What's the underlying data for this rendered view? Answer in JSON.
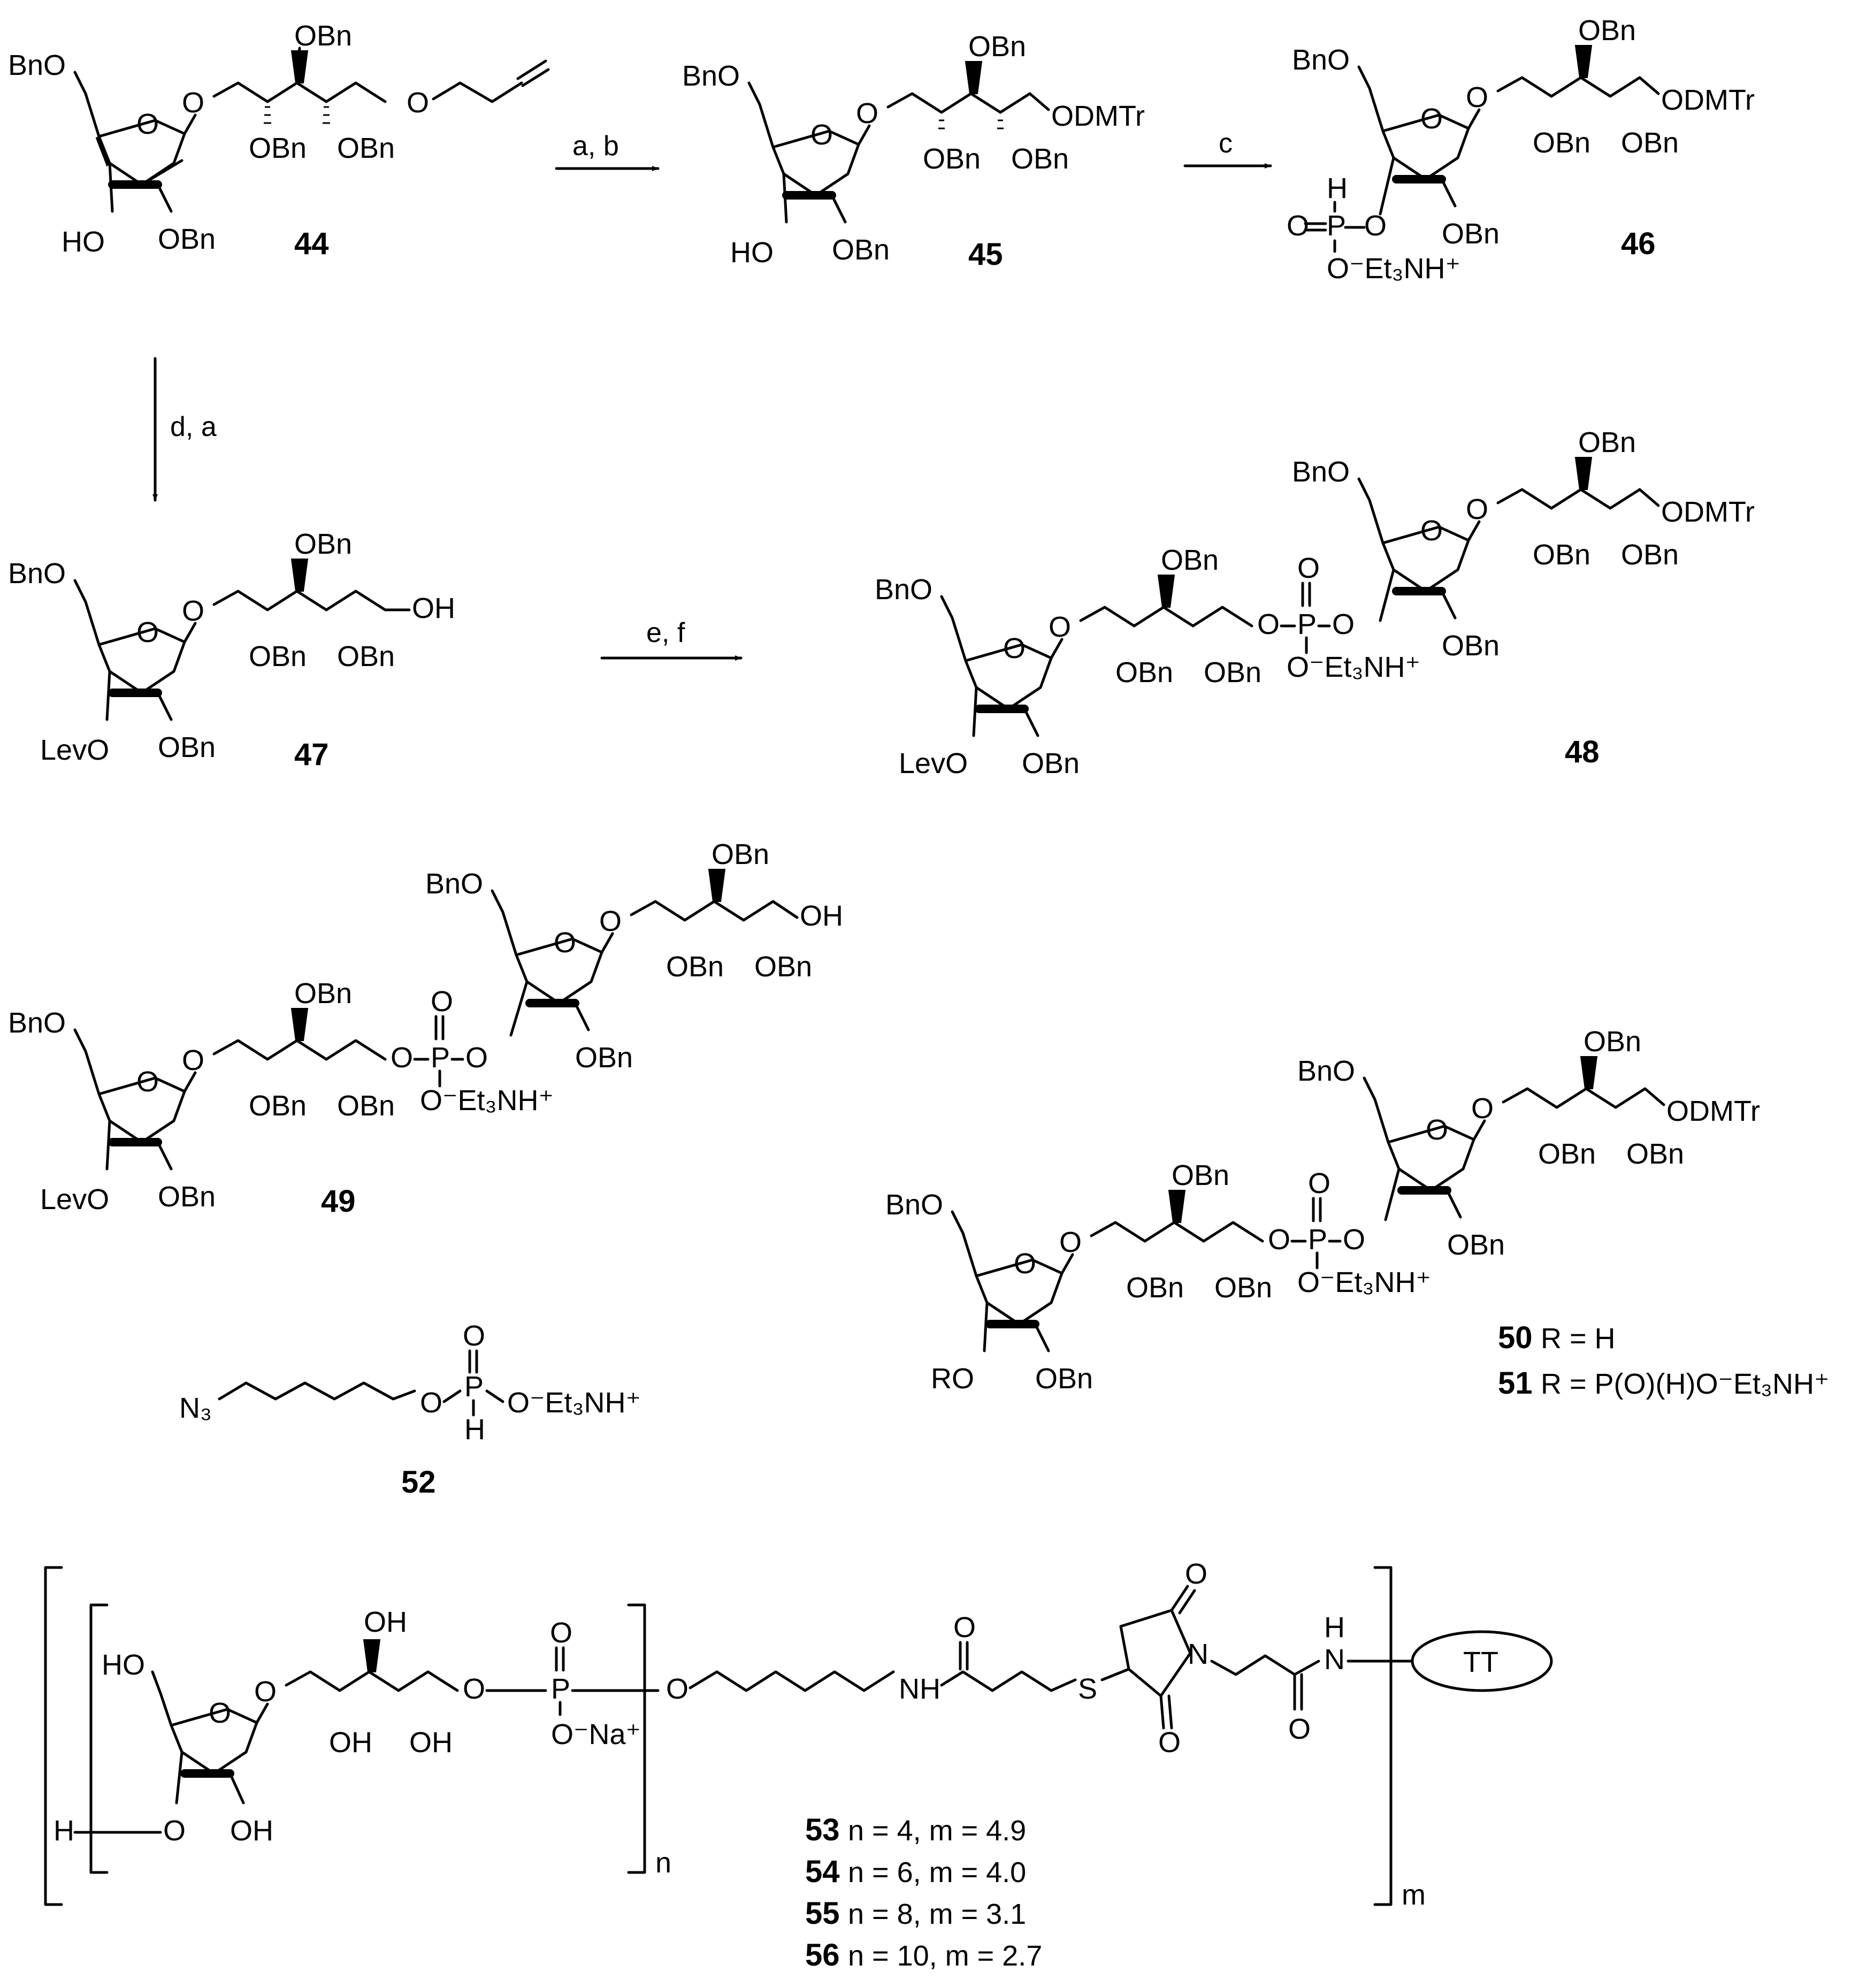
{
  "compounds": {
    "c44": {
      "number": "44"
    },
    "c45": {
      "number": "45",
      "end_group": "ODMTr"
    },
    "c46": {
      "number": "46",
      "end_group": "ODMTr",
      "H": "H",
      "P": "P",
      "O_dbl": "O",
      "counterion": "O⁻Et₃NH⁺"
    },
    "c47": {
      "number": "47",
      "end_group": "OH",
      "protecting_group": "LevO"
    },
    "c48": {
      "number": "48",
      "end_group": "ODMTr",
      "protecting_group": "LevO",
      "counterion": "O⁻Et₃NH⁺"
    },
    "c49": {
      "number": "49",
      "end_group": "OH",
      "protecting_group": "LevO",
      "counterion": "O⁻Et₃NH⁺"
    },
    "c50_51": {
      "label_50_num": "50",
      "label_50_text": "R = H",
      "label_51_num": "51",
      "label_51_text": "R = P(O)(H)O⁻Et₃NH⁺",
      "end_group": "ODMTr",
      "r_group": "RO",
      "counterion": "O⁻Et₃NH⁺"
    },
    "c52": {
      "number": "52",
      "azide": "N₃",
      "H": "H",
      "counterion": "O⁻Et₃NH⁺"
    }
  },
  "reagents": {
    "ab": "a, b",
    "c": "c",
    "da": "d, a",
    "ef": "e, f"
  },
  "common": {
    "obn": "OBn",
    "bno": "BnO",
    "ho": "HO",
    "o": "O",
    "p": "P",
    "oh": "OH"
  },
  "conjugate": {
    "carrier": "TT",
    "nh": "NH",
    "s": "S",
    "n_atom": "N",
    "h": "H",
    "na": "O⁻Na⁺",
    "subscript_n": "n",
    "subscript_m": "m",
    "entries": [
      {
        "num": "53",
        "text": "n = 4, m = 4.9"
      },
      {
        "num": "54",
        "text": "n = 6, m = 4.0"
      },
      {
        "num": "55",
        "text": "n = 8, m = 3.1"
      },
      {
        "num": "56",
        "text": "n = 10, m = 2.7"
      }
    ]
  }
}
